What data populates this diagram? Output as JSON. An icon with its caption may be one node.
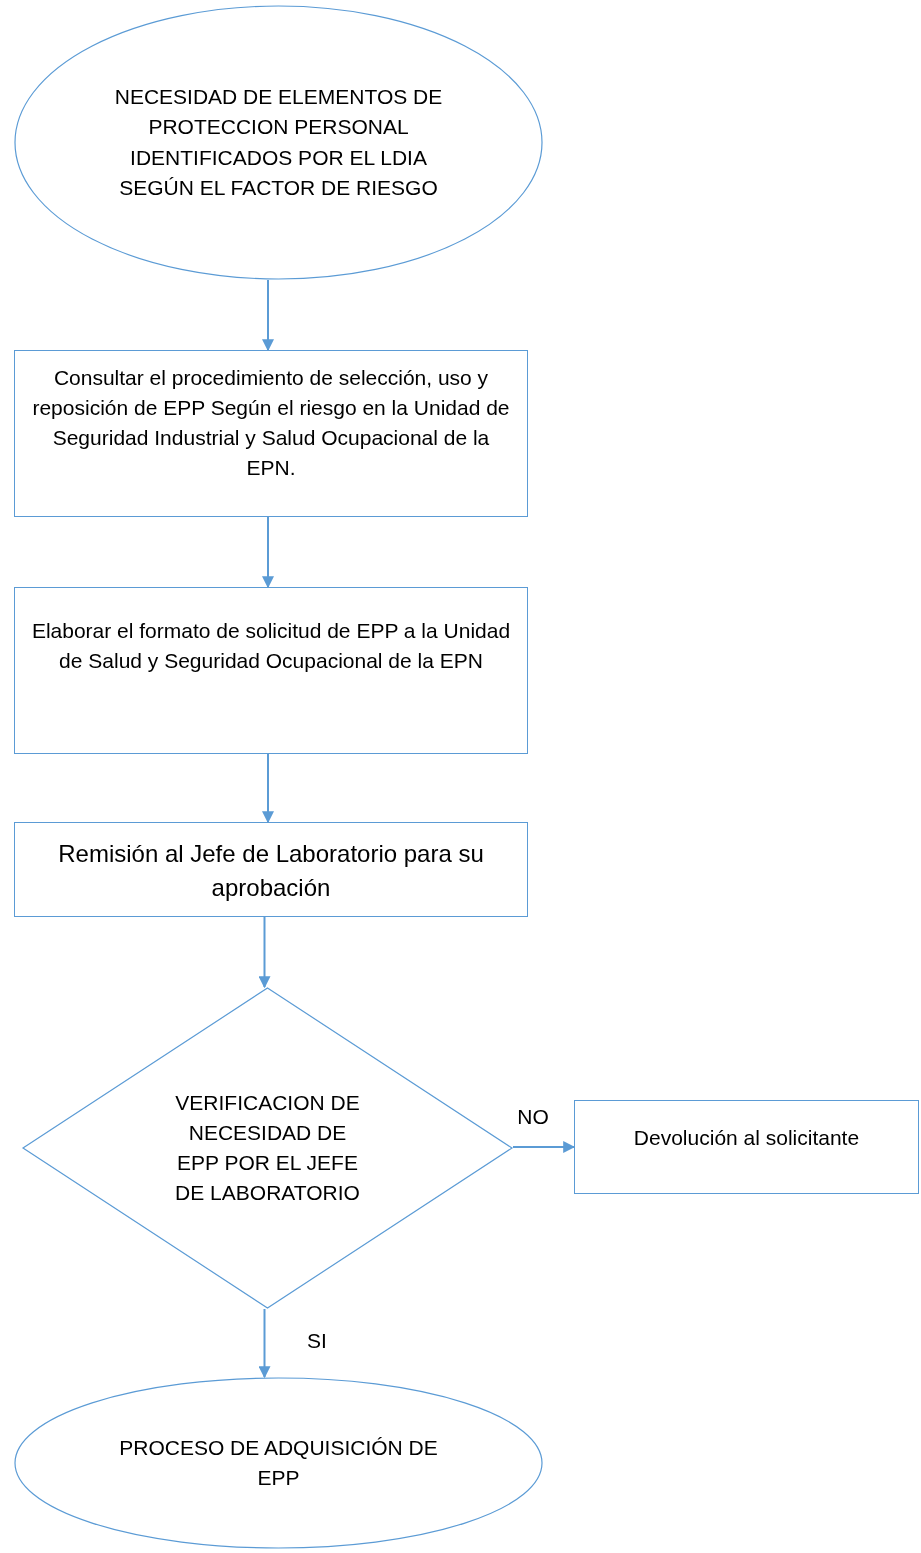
{
  "diagram": {
    "nodes": [
      {
        "text": [
          "NECESIDAD DE ELEMENTOS DE PROTECCION PERSONAL IDENTIFICADOS POR EL LDIA SEGÚN EL FACTOR DE RIESGO"
        ]
      },
      {
        "text": [
          "Consultar el procedimiento de selección, uso y reposición de EPP Según el riesgo en la Unidad de Seguridad Industrial y Salud Ocupacional de la EPN."
        ]
      },
      {
        "text": [
          "Elaborar el formato de solicitud de EPP a la Unidad de Salud y Seguridad Ocupacional de la EPN"
        ]
      },
      {
        "text": [
          "Remisión al Jefe de Laboratorio para su aprobación"
        ]
      },
      {
        "text": [
          "VERIFICACION DE NECESIDAD DE EPP POR EL JEFE DE LABORATORIO"
        ]
      },
      {
        "text": [
          "Devolución al solicitante"
        ]
      },
      {
        "text": [
          "PROCESO DE ADQUISICIÓN DE EPP"
        ]
      }
    ],
    "edges": [
      {
        "from": 0,
        "to": 1,
        "arrow": "to"
      },
      {
        "from": 1,
        "to": 2,
        "arrow": "to"
      },
      {
        "from": 2,
        "to": 3,
        "arrow": "to"
      },
      {
        "from": 3,
        "to": 4,
        "arrow": "to"
      },
      {
        "from": 4,
        "to": 5,
        "arrow": "to",
        "label": "NO"
      },
      {
        "from": 4,
        "to": 6,
        "arrow": "to",
        "label": "SI"
      }
    ]
  }
}
